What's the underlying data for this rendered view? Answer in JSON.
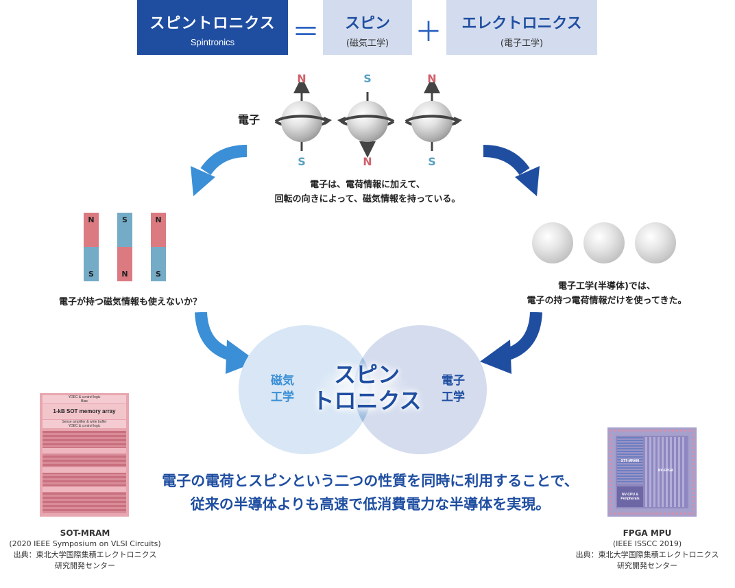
{
  "formula": {
    "main_title": "スピントロニクス",
    "main_sub": "Spintronics",
    "equals": "＝",
    "spin_title": "スピン",
    "spin_sub": "(磁気工学)",
    "plus": "＋",
    "elec_title": "エレクトロニクス",
    "elec_sub": "(電子工学)"
  },
  "electron_label": "電子",
  "poles_top": [
    "N",
    "S",
    "N"
  ],
  "poles_bottom": [
    "S",
    "N",
    "S"
  ],
  "spin_desc": [
    "電子は、電荷情報に加えて、",
    "回転の向きによって、磁気情報を持っている。"
  ],
  "magnets": [
    {
      "top": "N",
      "bottom": "S"
    },
    {
      "top": "S",
      "bottom": "N"
    },
    {
      "top": "N",
      "bottom": "S"
    }
  ],
  "magnet_question": "電子が持つ磁気情報も使えないか？",
  "semi_desc": [
    "電子工学(半導体)では、",
    "電子の持つ電荷情報だけを使ってきた。"
  ],
  "venn": {
    "left": [
      "磁気",
      "工学"
    ],
    "right": [
      "電子",
      "工学"
    ],
    "center": [
      "スピン",
      "トロニクス"
    ]
  },
  "conclusion": [
    "電子の電荷とスピンという二つの性質を同時に利用することで、",
    "従来の半導体よりも高速で低消費電力な半導体を実現。"
  ],
  "sot_chip": {
    "labels": [
      "YDEC & control logic",
      "Bias",
      "1-kB SOT memory array",
      "Sense amplifier & write buffer",
      "YDEC & control logic"
    ],
    "caption": [
      "SOT-MRAM",
      "(2020 IEEE Symposium on VLSI Circuits)",
      "出典：東北大学国際集積エレクトロニクス",
      "研究開発センター"
    ]
  },
  "fpga_chip": {
    "labels": [
      "STT-MRAM",
      "NV-FPGA",
      "NV-CPU & Peripherals"
    ],
    "caption": [
      "FPGA MPU",
      "(IEEE ISSCC 2019)",
      "出典：東北大学国際集積エレクトロニクス",
      "研究開発センター"
    ]
  },
  "colors": {
    "primary": "#1f4ea1",
    "light_box": "#d3dcee",
    "pole_n": "#d0616b",
    "pole_s": "#5aa0c2",
    "arrow_left": "#3a8fd6",
    "arrow_right": "#1f4ea1"
  },
  "icons": [
    "spinning-electron-icon",
    "curved-arrow-icon",
    "bar-magnet-icon",
    "electron-ball-icon",
    "chip-photo-icon"
  ]
}
